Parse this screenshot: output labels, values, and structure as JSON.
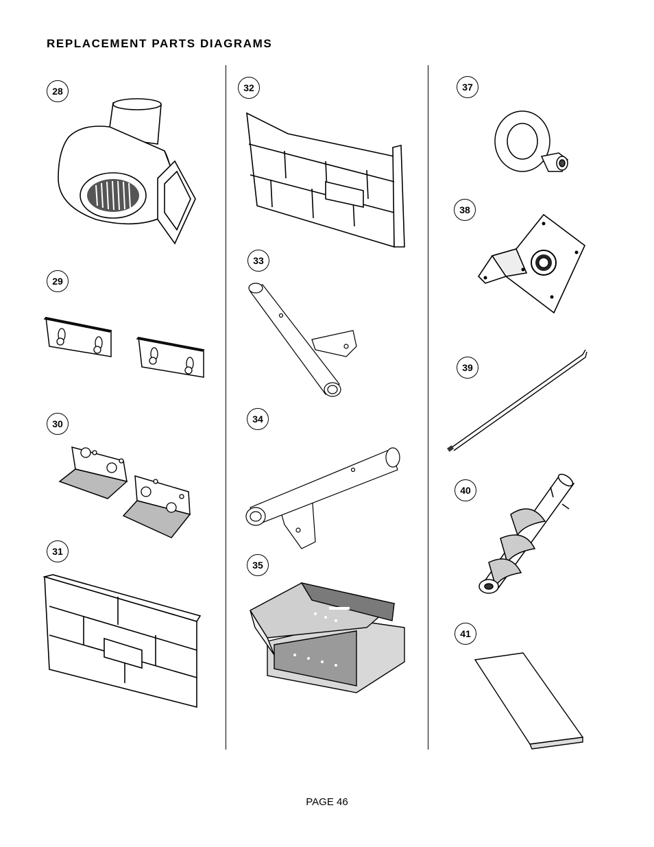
{
  "header": {
    "title": "REPLACEMENT PARTS DIAGRAMS"
  },
  "parts": [
    {
      "id": "28",
      "icon": "combustion-blower-icon"
    },
    {
      "id": "29",
      "icon": "bracket-pair-icon"
    },
    {
      "id": "30",
      "icon": "clip-pair-icon"
    },
    {
      "id": "31",
      "icon": "brick-panel-icon"
    },
    {
      "id": "32",
      "icon": "brick-liner-icon"
    },
    {
      "id": "33",
      "icon": "tube-bracket-icon"
    },
    {
      "id": "34",
      "icon": "tube-bracket-icon"
    },
    {
      "id": "35",
      "icon": "burn-pot-icon"
    },
    {
      "id": "37",
      "icon": "collar-icon"
    },
    {
      "id": "38",
      "icon": "bearing-plate-icon"
    },
    {
      "id": "39",
      "icon": "rod-icon"
    },
    {
      "id": "40",
      "icon": "auger-icon"
    },
    {
      "id": "41",
      "icon": "gasket-pad-icon"
    }
  ],
  "footer": {
    "page_label": "PAGE 46"
  }
}
